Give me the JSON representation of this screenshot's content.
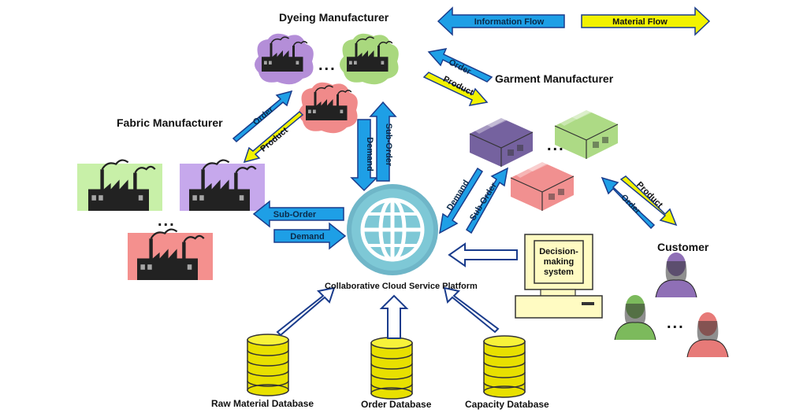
{
  "legend": {
    "information_flow": "Information Flow",
    "material_flow": "Material Flow"
  },
  "colors": {
    "info_blue": "#1e9fe6",
    "material_yellow": "#f2f200",
    "outline": "#1a3c8c",
    "globe": "#7ec8d6",
    "db_yellow": "#e8e000",
    "purple": "#b48ed8",
    "green": "#a9d87e",
    "red": "#f08a8a"
  },
  "nodes": {
    "dyeing": "Dyeing Manufacturer",
    "garment": "Garment Manufacturer",
    "fabric": "Fabric Manufacturer",
    "customer": "Customer",
    "platform": "Collaborative Cloud Service Platform",
    "decision": "Decision-\nmaking\nsystem"
  },
  "databases": {
    "raw": "Raw Material Database",
    "order": "Order Database",
    "capacity": "Capacity Database"
  },
  "arrows": {
    "order": "Order",
    "product": "Product",
    "demand": "Demand",
    "sub_order": "Sub-Order"
  },
  "ellipsis": "..."
}
